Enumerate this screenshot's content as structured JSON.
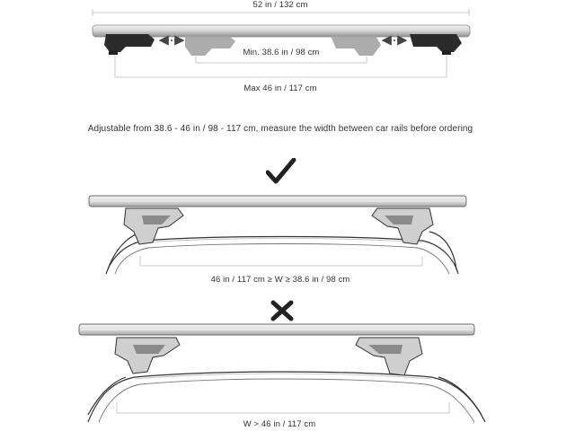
{
  "top_diagram": {
    "bar_length_label": "52 in / 132 cm",
    "min_width_label": "Min. 38.6 in / 98 cm",
    "max_width_label": "Max 46 in / 117 cm"
  },
  "instruction_text": "Adjustable from 38.6 - 46 in / 98 - 117 cm, measure the width between car rails before ordering",
  "correct_fit": {
    "mark_icon": "checkmark-icon",
    "caption": "46 in  / 117 cm ≥ W ≥ 38.6 in / 98 cm"
  },
  "incorrect_fit": {
    "mark_icon": "cross-icon",
    "caption": "W > 46 in / 117 cm"
  },
  "colors": {
    "bar_silver": "#d9d9d9",
    "foot_black": "#2a2a2a",
    "foot_grey": "#9a9a9a",
    "arrow": "#444444",
    "guide_line": "#bdbdbd"
  }
}
